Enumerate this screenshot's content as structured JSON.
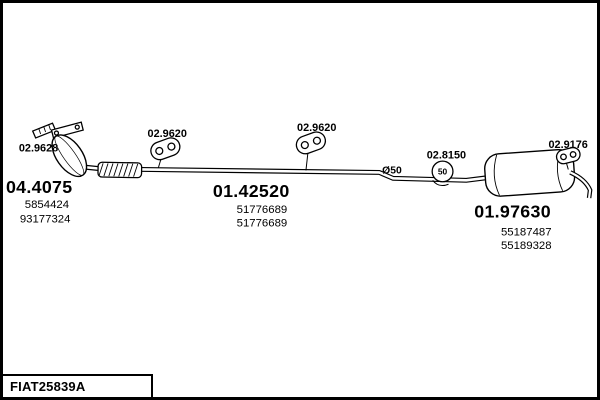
{
  "diagram": {
    "gasket": {
      "code": "02.9628"
    },
    "catalytic_converter": {
      "code": "04.4075",
      "ref1": "5854424",
      "ref2": "93177324"
    },
    "mount_front": {
      "code": "02.9620"
    },
    "mount_mid": {
      "code": "02.9620"
    },
    "centre_pipe": {
      "code": "01.42520",
      "ref1": "51776689",
      "ref2": "51776689"
    },
    "pipe_note": "Ø50",
    "clamp": {
      "code": "02.8150",
      "size": "50"
    },
    "mount_rear": {
      "code": "02.9176"
    },
    "rear_silencer": {
      "code": "01.97630",
      "ref1": "55187487",
      "ref2": "55189328"
    }
  },
  "footer": {
    "part_id": "FIAT25839A"
  }
}
